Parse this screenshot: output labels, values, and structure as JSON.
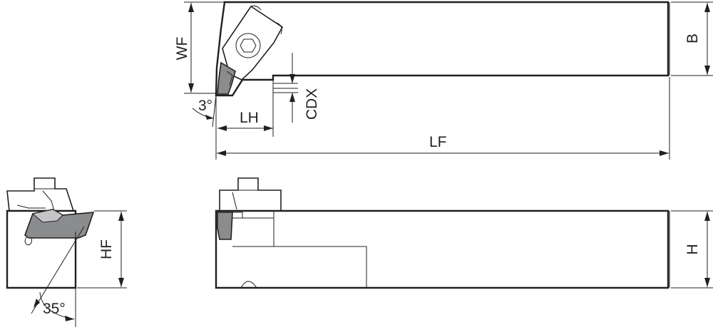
{
  "labels": {
    "wf": "WF",
    "b": "B",
    "angle_3": "3°",
    "lh": "LH",
    "cdx": "CDX",
    "lf": "LF",
    "hf": "HF",
    "h": "H",
    "angle_35": "35°"
  },
  "colors": {
    "line": "#231f20",
    "insert": "#8a8c8e",
    "insert_light": "#c4c5c7",
    "background": "#ffffff"
  }
}
